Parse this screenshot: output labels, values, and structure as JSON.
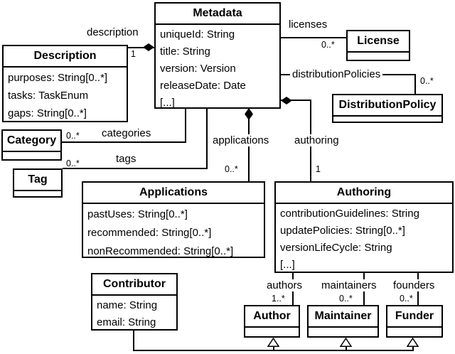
{
  "classes": {
    "metadata": {
      "name": "Metadata",
      "attrs": [
        "uniqueId: String",
        "title: String",
        "version: Version",
        "releaseDate: Date",
        "[...]"
      ]
    },
    "description": {
      "name": "Description",
      "attrs": [
        "purposes: String[0..*]",
        "tasks: TaskEnum",
        "gaps: String[0..*]"
      ]
    },
    "license": {
      "name": "License",
      "attrs": []
    },
    "distributionPolicy": {
      "name": "DistributionPolicy",
      "attrs": []
    },
    "category": {
      "name": "Category",
      "attrs": []
    },
    "tag": {
      "name": "Tag",
      "attrs": []
    },
    "applications": {
      "name": "Applications",
      "attrs": [
        "pastUses: String[0..*]",
        "recommended: String[0..*]",
        "nonRecommended: String[0..*]"
      ]
    },
    "authoring": {
      "name": "Authoring",
      "attrs": [
        "contributionGuidelines: String",
        "updatePolicies: String[0..*]",
        "versionLifeCycle: String",
        "[...]"
      ]
    },
    "contributor": {
      "name": "Contributor",
      "attrs": [
        "name: String",
        "email: String"
      ]
    },
    "author": {
      "name": "Author",
      "attrs": []
    },
    "maintainer": {
      "name": "Maintainer",
      "attrs": []
    },
    "funder": {
      "name": "Funder",
      "attrs": []
    }
  },
  "relations": {
    "description": {
      "label": "description",
      "multiplicity": "1",
      "type": "composition"
    },
    "licenses": {
      "label": "licenses",
      "multiplicity": "0..*",
      "type": "association"
    },
    "distributionPolicies": {
      "label": "distributionPolicies",
      "multiplicity": "0..*",
      "type": "association"
    },
    "categories": {
      "label": "categories",
      "multiplicity": "0..*",
      "type": "association"
    },
    "tags": {
      "label": "tags",
      "multiplicity": "0..*",
      "type": "association"
    },
    "applications": {
      "label": "applications",
      "multiplicity": "0..*",
      "type": "composition"
    },
    "authoring": {
      "label": "authoring",
      "multiplicity": "1",
      "type": "composition"
    },
    "authors": {
      "label": "authors",
      "multiplicity": "1..*",
      "type": "association"
    },
    "maintainers": {
      "label": "maintainers",
      "multiplicity": "0..*",
      "type": "association"
    },
    "founders": {
      "label": "founders",
      "multiplicity": "0..*",
      "type": "association"
    },
    "generalization": {
      "type": "generalization",
      "parent_targets": [
        "Author",
        "Maintainer",
        "Funder"
      ],
      "child": "Contributor"
    }
  },
  "colors": {
    "line": "#000000",
    "background": "#ffffff",
    "text": "#000000"
  }
}
